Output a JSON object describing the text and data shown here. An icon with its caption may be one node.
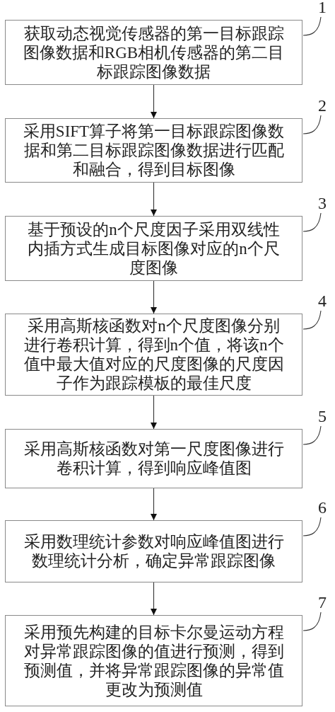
{
  "diagram": {
    "nodes": [
      {
        "text": [
          "1"
        ]
      },
      {
        "text": [
          "获取动态视觉传感器的第一目标跟踪图像数据和RGB相机传感器的第二目标跟踪图像数据"
        ]
      },
      {
        "text": [
          "2"
        ]
      },
      {
        "text": [
          "采用SIFT算子将第一目标跟踪图像数据和第二目标跟踪图像数据进行匹配和融合，得到目标图像"
        ]
      },
      {
        "text": [
          "3"
        ]
      },
      {
        "text": [
          "基于预设的n个尺度因子采用双线性内插方式生成目标图像对应的n个尺度图像"
        ]
      },
      {
        "text": [
          "4"
        ]
      },
      {
        "text": [
          "采用高斯核函数对n个尺度图像分别进行卷积计算，得到n个值，将该n个值中最大值对应的尺度图像的尺度因子作为跟踪模板的最佳尺度"
        ]
      },
      {
        "text": [
          "5"
        ]
      },
      {
        "text": [
          "采用高斯核函数对第一尺度图像进行卷积计算，得到响应峰值图"
        ]
      },
      {
        "text": [
          "6"
        ]
      },
      {
        "text": [
          "采用数理统计参数对响应峰值图进行数理统计分析，确定异常跟踪图像"
        ]
      },
      {
        "text": [
          "7"
        ]
      },
      {
        "text": [
          "采用预先构建的目标卡尔曼运动方程对异常跟踪图像的值进行预测，得到预测值，并将异常跟踪图像的异常值更改为预测值"
        ]
      }
    ],
    "edges": [
      {
        "from": 0,
        "to": 1,
        "arrow": "none"
      },
      {
        "from": 1,
        "to": 3,
        "arrow": "to"
      },
      {
        "from": 2,
        "to": 3,
        "arrow": "none"
      },
      {
        "from": 3,
        "to": 5,
        "arrow": "to"
      },
      {
        "from": 4,
        "to": 5,
        "arrow": "none"
      },
      {
        "from": 5,
        "to": 7,
        "arrow": "to"
      },
      {
        "from": 6,
        "to": 7,
        "arrow": "none"
      },
      {
        "from": 7,
        "to": 9,
        "arrow": "to"
      },
      {
        "from": 8,
        "to": 9,
        "arrow": "none"
      },
      {
        "from": 9,
        "to": 11,
        "arrow": "to"
      },
      {
        "from": 10,
        "to": 11,
        "arrow": "none"
      },
      {
        "from": 11,
        "to": 13,
        "arrow": "to"
      },
      {
        "from": 12,
        "to": 13,
        "arrow": "none"
      }
    ]
  }
}
